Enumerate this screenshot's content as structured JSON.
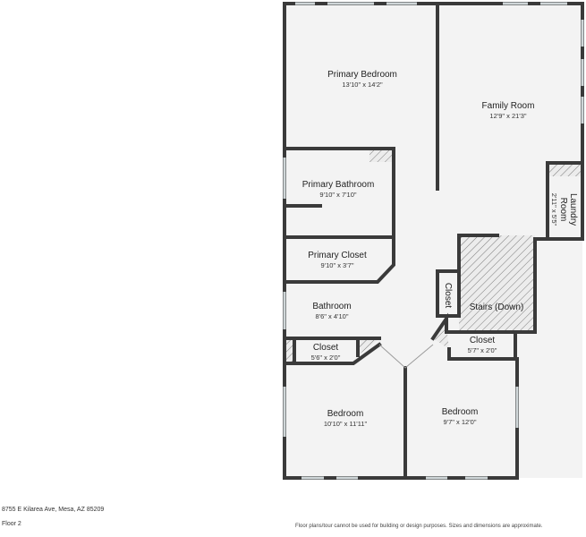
{
  "rooms": {
    "primary_bedroom": {
      "name": "Primary Bedroom",
      "dim": "13'10\" x 14'2\""
    },
    "family_room": {
      "name": "Family Room",
      "dim": "12'9\" x 21'3\""
    },
    "primary_bathroom": {
      "name": "Primary Bathroom",
      "dim": "9'10\" x 7'10\""
    },
    "laundry_room": {
      "name": "Laundry Room",
      "name_line1": "Laundry",
      "name_line2": "Room",
      "dim": "2'11\" x 5'5\""
    },
    "primary_closet": {
      "name": "Primary Closet",
      "dim": "9'10\" x 3'7\""
    },
    "hall_closet": {
      "name": "Closet"
    },
    "stairs": {
      "name": "Stairs (Down)"
    },
    "bathroom": {
      "name": "Bathroom",
      "dim": "8'6\" x 4'10\""
    },
    "closet_left": {
      "name": "Closet",
      "dim": "5'6\" x 2'0\""
    },
    "closet_right": {
      "name": "Closet",
      "dim": "5'7\" x 2'0\""
    },
    "bedroom_left": {
      "name": "Bedroom",
      "dim": "10'10\" x 11'11\""
    },
    "bedroom_right": {
      "name": "Bedroom",
      "dim": "9'7\" x 12'0\""
    }
  },
  "footer": {
    "address": "8755 E Kilarea Ave, Mesa, AZ 85209",
    "floor": "Floor 2",
    "disclaimer": "Floor plans/tour cannot be used for building or design purposes. Sizes and dimensions are approximate."
  },
  "colors": {
    "wall": "#3a3a3a",
    "floor": "#f3f3f3",
    "window": "#cfd6d8",
    "hatch": "#7a7a7a"
  }
}
